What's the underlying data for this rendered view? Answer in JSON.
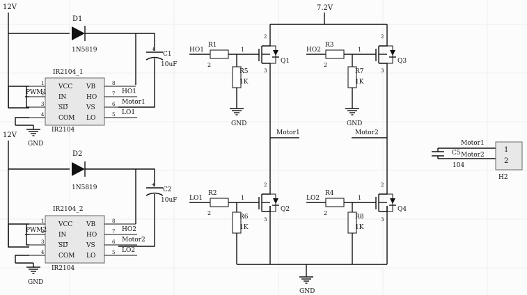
{
  "rails": {
    "v12_a": "12V",
    "v12_b": "12V",
    "v72": "7.2V"
  },
  "diode1": {
    "ref": "D1",
    "part": "1N5819"
  },
  "diode2": {
    "ref": "D2",
    "part": "1N5819"
  },
  "cap1": {
    "ref": "C1",
    "value": "10uF"
  },
  "cap2": {
    "ref": "C2",
    "value": "10uF"
  },
  "chip1": {
    "title": "IR2104_1",
    "part": "IR2104",
    "left_pins": [
      "VCC",
      "IN",
      "SD",
      "COM"
    ],
    "right_pins": [
      "VB",
      "HO",
      "VS",
      "LO"
    ],
    "left_nums": [
      "1",
      "2",
      "3",
      "4"
    ],
    "right_nums": [
      "8",
      "7",
      "6",
      "5"
    ],
    "in_net": "PWM1",
    "out_nets": [
      "HO1",
      "Motor1",
      "LO1"
    ]
  },
  "chip2": {
    "title": "IR2104_2",
    "part": "IR2104",
    "left_pins": [
      "VCC",
      "IN",
      "SD",
      "COM"
    ],
    "right_pins": [
      "VB",
      "HO",
      "VS",
      "LO"
    ],
    "left_nums": [
      "1",
      "2",
      "3",
      "4"
    ],
    "right_nums": [
      "8",
      "7",
      "6",
      "5"
    ],
    "in_net": "PWM2",
    "out_nets": [
      "HO2",
      "Motor2",
      "LO2"
    ]
  },
  "gnd_label": "GND",
  "bridge": {
    "q1": {
      "gate_net": "HO1",
      "r_ref": "R1",
      "r_pin": "2",
      "pin1": "1",
      "rpd_ref": "R5",
      "rpd_val": "1K",
      "q_ref": "Q1",
      "drain_pin": "2",
      "source_pin": "3"
    },
    "q3": {
      "gate_net": "HO2",
      "r_ref": "R3",
      "r_pin": "2",
      "pin1": "1",
      "rpd_ref": "R7",
      "rpd_val": "1K",
      "q_ref": "Q3",
      "drain_pin": "2",
      "source_pin": "3"
    },
    "q2": {
      "gate_net": "LO1",
      "r_ref": "R2",
      "r_pin": "2",
      "pin1": "1",
      "rpd_ref": "R6",
      "rpd_val": "1K",
      "q_ref": "Q2",
      "drain_pin": "2",
      "source_pin": "3"
    },
    "q4": {
      "gate_net": "LO2",
      "r_ref": "R4",
      "r_pin": "2",
      "pin1": "1",
      "rpd_ref": "R8",
      "rpd_val": "1K",
      "q_ref": "Q4",
      "drain_pin": "2",
      "source_pin": "3"
    },
    "motor1": "Motor1",
    "motor2": "Motor2"
  },
  "connector": {
    "ref": "H2",
    "pin1": "1",
    "pin2": "2",
    "net1": "Motor1",
    "net2": "Motor2",
    "cap_ref": "C5",
    "cap_val": "104"
  }
}
